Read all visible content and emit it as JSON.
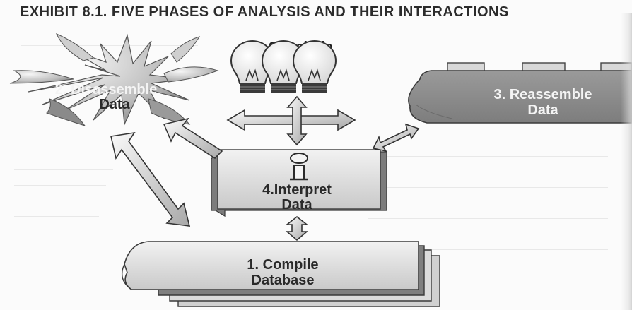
{
  "exhibit": {
    "title": "EXHIBIT 8.1.  FIVE PHASES OF ANALYSIS AND THEIR INTERACTIONS"
  },
  "phases": {
    "conclude": {
      "label": "5. Conclude",
      "icon": "lightbulb-icon"
    },
    "disassemble": {
      "line1": "2. Disassemble",
      "line2": "Data",
      "icon": "scattered-fragments-icon"
    },
    "reassemble": {
      "line1": "3. Reassemble",
      "line2": "Data",
      "icon": "assembled-block-icon"
    },
    "interpret": {
      "line1": "4.Interpret",
      "line2": "Data",
      "icon": "information-icon"
    },
    "compile": {
      "line1": "1. Compile",
      "line2": "Database",
      "icon": "stacked-pages-icon"
    }
  },
  "colors": {
    "ink": "#2a2a2a",
    "block_fill": "#8f8f8f",
    "page_fill": "#eeeeee",
    "arrow_fill": "#f2f2f2",
    "arrow_shade": "#bcbcbc"
  }
}
